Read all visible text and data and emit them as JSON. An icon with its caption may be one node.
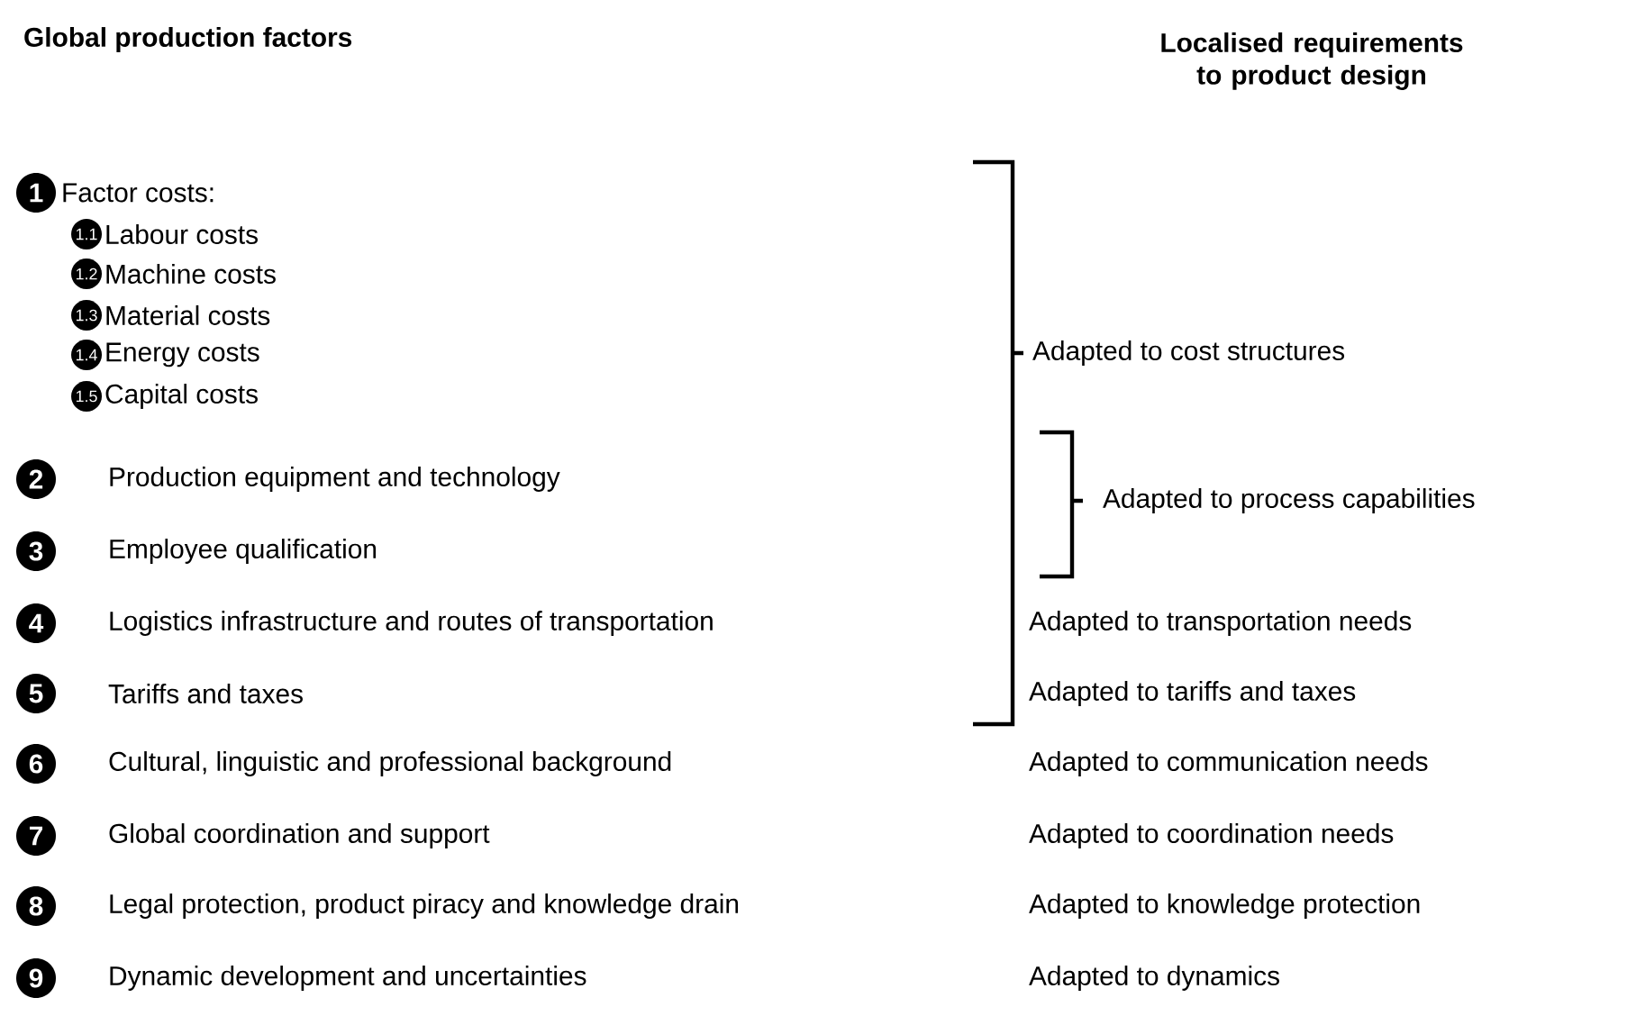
{
  "diagram": {
    "nodes": [
      {
        "text": [
          "1",
          "Factor costs:"
        ]
      },
      {
        "text": [
          "1.1",
          "Labour costs"
        ]
      },
      {
        "text": [
          "1.2",
          "Machine costs"
        ]
      },
      {
        "text": [
          "1.3",
          "Material costs"
        ]
      },
      {
        "text": [
          "1.4",
          "Energy costs"
        ]
      },
      {
        "text": [
          "1.5",
          "Capital costs"
        ]
      },
      {
        "text": [
          "2",
          "Production equipment and technology"
        ]
      },
      {
        "text": [
          "3",
          "Employee qualification"
        ]
      },
      {
        "text": [
          "4",
          "Logistics infrastructure and routes of transportation"
        ]
      },
      {
        "text": [
          "5",
          "Tariffs and taxes"
        ]
      },
      {
        "text": [
          "6",
          "Cultural, linguistic and professional background"
        ]
      },
      {
        "text": [
          "7",
          "Global coordination and support"
        ]
      },
      {
        "text": [
          "8",
          "Legal protection, product piracy and knowledge drain"
        ]
      },
      {
        "text": [
          "9",
          "Dynamic development and uncertainties"
        ]
      }
    ],
    "labels": [
      "Global production factors",
      "Localised requirements to product design",
      "Adapted to cost structures",
      "Adapted to process capabilities",
      "Adapted to transportation needs",
      "Adapted to tariffs and taxes",
      "Adapted to communication needs",
      "Adapted to coordination needs",
      "Adapted to knowledge protection",
      "Adapted to dynamics"
    ]
  }
}
